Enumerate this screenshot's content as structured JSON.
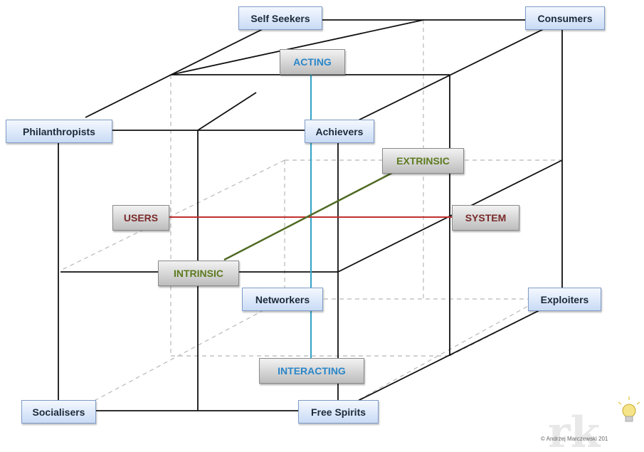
{
  "nodes": {
    "self_seekers": "Self Seekers",
    "consumers": "Consumers",
    "philanthropists": "Philanthropists",
    "achievers": "Achievers",
    "networkers": "Networkers",
    "exploiters": "Exploiters",
    "socialisers": "Socialisers",
    "free_spirits": "Free Spirits"
  },
  "axes": {
    "acting": "ACTING",
    "interacting": "INTERACTING",
    "users": "USERS",
    "system": "SYSTEM",
    "intrinsic": "INTRINSIC",
    "extrinsic": "EXTRINSIC"
  },
  "colors": {
    "acting_axis": "#3aa6c8",
    "users_system_axis": "#c03030",
    "intrinsic_extrinsic_axis": "#4f6a22",
    "acting_text": "#2a86c8",
    "users_text": "#7a2a2a",
    "intrinsic_text": "#5c7a1e"
  },
  "credit": "© Andrzej Marczewski 201"
}
